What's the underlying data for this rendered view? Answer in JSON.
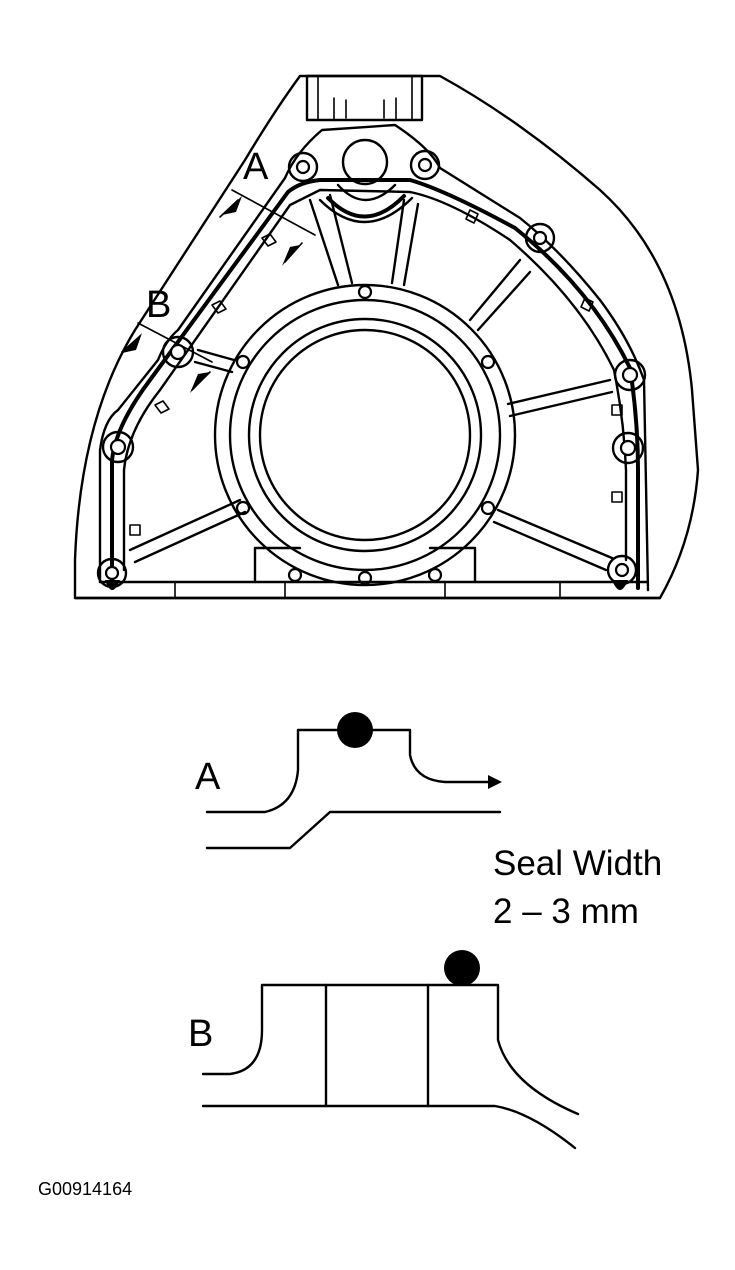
{
  "labels": {
    "callout_a": "A",
    "callout_b": "B",
    "detail_a": "A",
    "detail_b": "B",
    "seal_width_line1": "Seal Width",
    "seal_width_line2": "2 – 3 mm",
    "figure_id": "G00914164"
  }
}
